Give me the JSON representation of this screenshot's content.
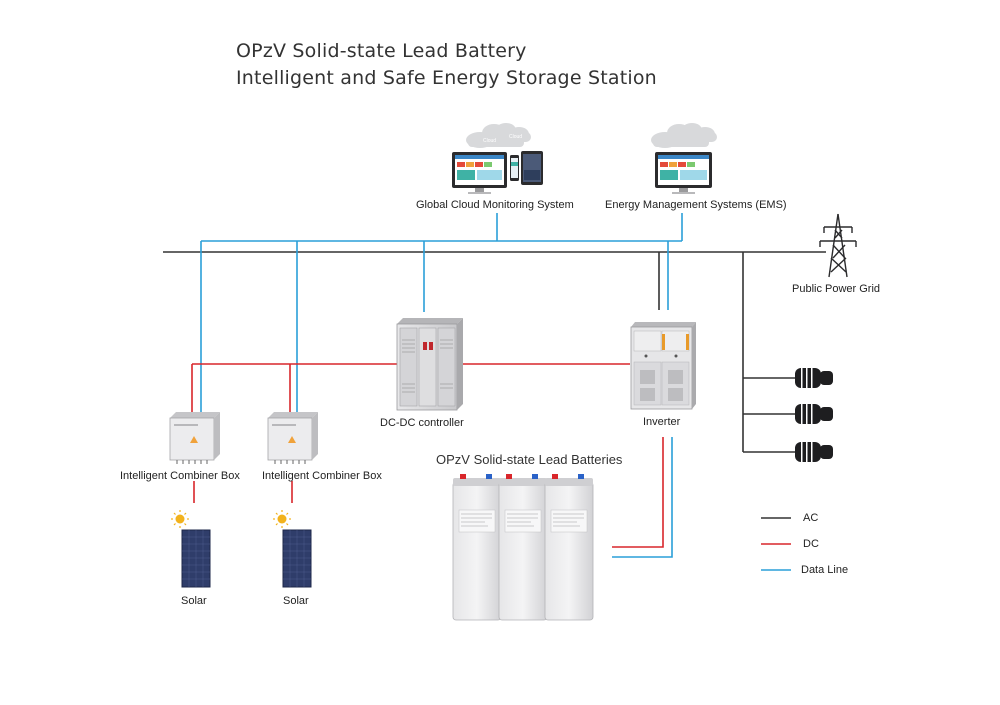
{
  "title": {
    "line1": "OPzV Solid-state Lead Battery",
    "line2": "Intelligent and Safe Energy Storage Station"
  },
  "nodes": {
    "cloud_monitoring": "Global Cloud Monitoring System",
    "ems": "Energy Management Systems (EMS)",
    "public_grid": "Public Power Grid",
    "dc_dc_controller": "DC-DC controller",
    "inverter": "Inverter",
    "combiner_box_1": "Intelligent Combiner Box",
    "combiner_box_2": "Intelligent Combiner Box",
    "solar_1": "Solar",
    "solar_2": "Solar",
    "batteries": "OPzV Solid-state Lead Batteries"
  },
  "cloud_words": [
    "Cloud",
    "Cloud"
  ],
  "legend": [
    {
      "label": "AC",
      "color": "#333333"
    },
    {
      "label": "DC",
      "color": "#d9262b"
    },
    {
      "label": "Data Line",
      "color": "#2a9fd8"
    }
  ],
  "colors": {
    "ac": "#333333",
    "dc": "#d9262b",
    "data": "#2a9fd8"
  },
  "icons": [
    "cloud-icon",
    "monitor-icon",
    "phone-icon",
    "tablet-icon",
    "transmission-tower-icon",
    "cabinet-icon",
    "inverter-icon",
    "combiner-box-icon",
    "solar-panel-icon",
    "sun-icon",
    "battery-icon",
    "load-plug-icon"
  ]
}
